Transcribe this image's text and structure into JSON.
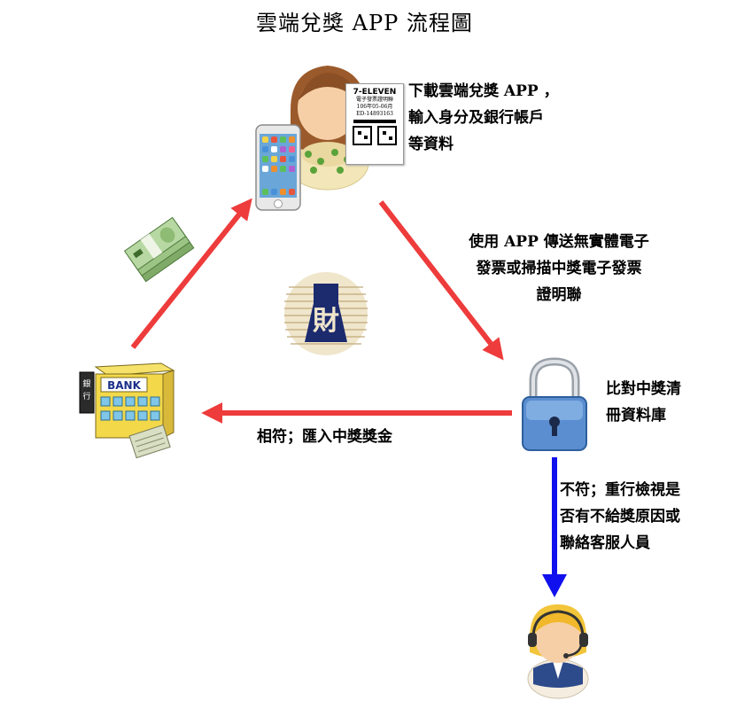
{
  "title": "雲端兌獎 APP 流程圖",
  "steps": {
    "download_lines": [
      "下載雲端兌獎 APP ，",
      "輸入身分及銀行帳戶",
      "等資料"
    ],
    "send_lines": [
      "使用 APP 傳送無實體電子",
      "發票或掃描中獎電子發票",
      "證明聯"
    ],
    "compare_lines": [
      "比對中獎清",
      "冊資料庫"
    ],
    "match_label": "相符；匯入中獎獎金",
    "mismatch_lines": [
      "不符；重行檢視是",
      "否有不給獎原因或",
      "聯絡客服人員"
    ]
  },
  "receipt": {
    "brand": "7-ELEVEN",
    "lines": [
      "電子發票證明聯",
      "106年05-06月",
      "ED-14893163"
    ]
  },
  "bank": {
    "sign": "BANK",
    "vertical_sign": "銀行"
  },
  "seal": {
    "glyph": "財"
  },
  "colors": {
    "arrow_red": "#ee3b3b",
    "arrow_blue": "#1010ee"
  },
  "icons": [
    "person-icon",
    "smartphone-icon",
    "receipt-icon",
    "money-stack-icon",
    "bank-building-icon",
    "padlock-icon",
    "ministry-seal-icon",
    "customer-service-icon"
  ]
}
